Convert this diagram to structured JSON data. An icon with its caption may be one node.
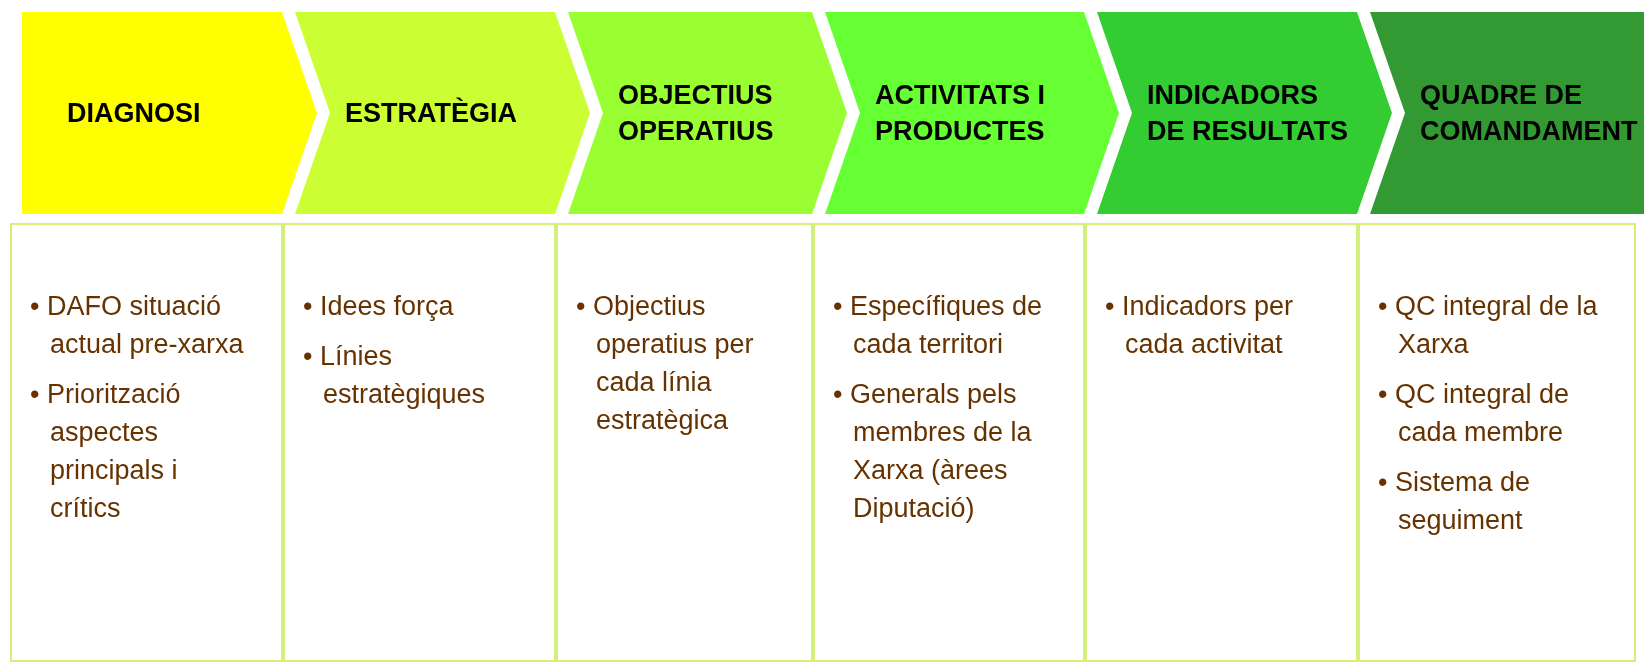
{
  "diagram": {
    "nodes": [
      {
        "text": [
          "DIAGNOSI"
        ]
      },
      {
        "text": [
          "ESTRATÈGIA"
        ]
      },
      {
        "text": [
          "OBJECTIUS OPERATIUS"
        ]
      },
      {
        "text": [
          "ACTIVITATS I PRODUCTES"
        ]
      },
      {
        "text": [
          "INDICADORS DE RESULTATS"
        ]
      },
      {
        "text": [
          "QUADRE DE COMANDAMENT"
        ]
      },
      {
        "text": [
          "• DAFO situació actual pre-xarxa",
          "• Priorització aspectes principals i crítics"
        ]
      },
      {
        "text": [
          "• Idees força",
          "• Línies estratègiques"
        ]
      },
      {
        "text": [
          "• Objectius operatius per cada línia estratègica"
        ]
      },
      {
        "text": [
          "• Específiques de cada territori",
          "• Generals pels membres de la Xarxa (àrees Diputació)"
        ]
      },
      {
        "text": [
          "• Indicadors per cada activitat"
        ]
      },
      {
        "text": [
          "• QC integral de la Xarxa",
          "• QC integral de cada membre",
          "• Sistema de seguiment"
        ]
      }
    ],
    "edges": []
  }
}
